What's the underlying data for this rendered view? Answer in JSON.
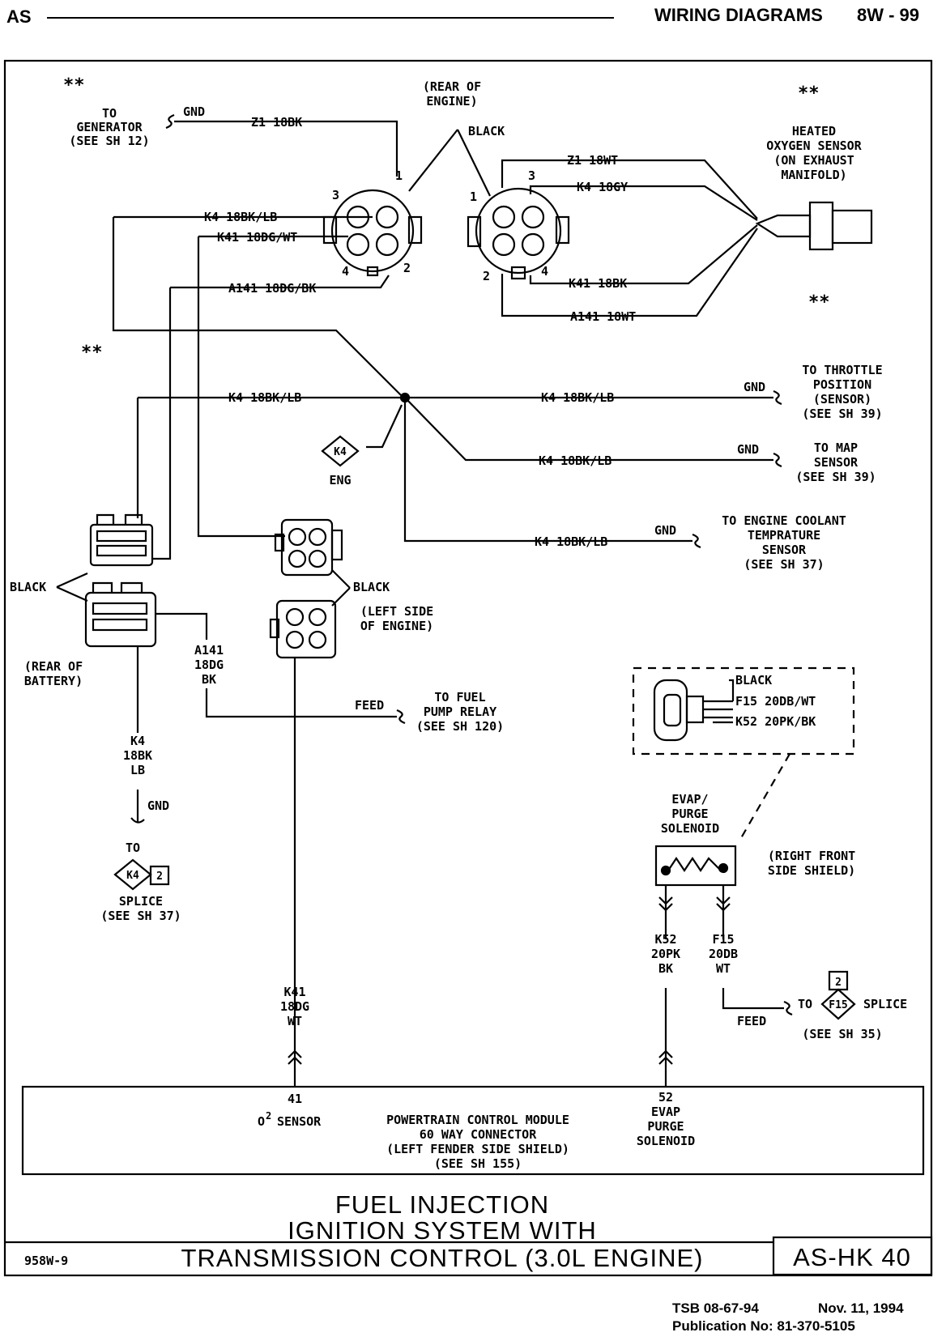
{
  "header": {
    "left": "AS",
    "section": "WIRING DIAGRAMS",
    "page": "8W - 99"
  },
  "marks": {
    "star": "**"
  },
  "generator": {
    "to": "TO",
    "name": "GENERATOR",
    "see": "(SEE SH 12)",
    "gnd": "GND",
    "wire": "Z1 18BK"
  },
  "connector_rear": {
    "note1": "(REAR OF",
    "note2": "ENGINE)",
    "color": "BLACK",
    "pins": [
      "1",
      "2",
      "3",
      "4"
    ],
    "wire_k4": "K4 18BK/LB",
    "wire_k41": "K41 18DG/WT",
    "wire_a141": "A141 18DG/BK"
  },
  "sensor_connector": {
    "pins": [
      "1",
      "2",
      "3",
      "4"
    ],
    "wire_z1": "Z1 18WT",
    "wire_k4": "K4 18GY",
    "wire_k41": "K41 18BK",
    "wire_a141": "A141 18WT"
  },
  "oxygen_sensor": {
    "l1": "HEATED",
    "l2": "OXYGEN SENSOR",
    "l3": "(ON EXHAUST",
    "l4": "MANIFOLD)"
  },
  "splice": {
    "label": "K4",
    "eng": "ENG",
    "wire_a": "K4 18BK/LB",
    "wire_b": "K4 18BK/LB",
    "wire_c": "K4 18BK/LB",
    "wire_d": "K4 18BK/LB"
  },
  "throttle": {
    "gnd": "GND",
    "l1": "TO THROTTLE",
    "l2": "POSITION",
    "l3": "(SENSOR)",
    "l4": "(SEE SH 39)"
  },
  "map": {
    "gnd": "GND",
    "l1": "TO MAP",
    "l2": "SENSOR",
    "l3": "(SEE SH 39)"
  },
  "coolant": {
    "gnd": "GND",
    "l1": "TO ENGINE COOLANT",
    "l2": "TEMPRATURE",
    "l3": "SENSOR",
    "l4": "(SEE SH 37)"
  },
  "battery_conn": {
    "color": "BLACK",
    "l1": "(REAR OF",
    "l2": "BATTERY)"
  },
  "left_conn": {
    "color": "BLACK",
    "l1": "(LEFT SIDE",
    "l2": "OF ENGINE)"
  },
  "a141": {
    "l1": "A141",
    "l2": "18DG",
    "l3": "BK"
  },
  "fuel_pump": {
    "feed": "FEED",
    "l1": "TO FUEL",
    "l2": "PUMP RELAY",
    "l3": "(SEE SH 120)"
  },
  "k4_down": {
    "l1": "K4",
    "l2": "18BK",
    "l3": "LB",
    "gnd": "GND",
    "to": "TO",
    "splice_id": "K4",
    "splice_num": "2",
    "splice": "SPLICE",
    "see": "(SEE SH 37)"
  },
  "k41_down": {
    "l1": "K41",
    "l2": "18DG",
    "l3": "WT"
  },
  "evap_conn": {
    "black": "BLACK",
    "f15": "F15 20DB/WT",
    "k52": "K52 20PK/BK"
  },
  "evap": {
    "l1": "EVAP/",
    "l2": "PURGE",
    "l3": "SOLENOID",
    "side1": "(RIGHT FRONT",
    "side2": "SIDE SHIELD)"
  },
  "k52": {
    "l1": "K52",
    "l2": "20PK",
    "l3": "BK"
  },
  "f15": {
    "l1": "F15",
    "l2": "20DB",
    "l3": "WT",
    "feed": "FEED",
    "to": "TO",
    "splice_id": "F15",
    "splice_num": "2",
    "splice": "SPLICE",
    "see": "(SEE SH 35)"
  },
  "pcm": {
    "pin41": "41",
    "pin41_name": "SENSOR",
    "pin41_prefix": "O",
    "title1": "POWERTRAIN CONTROL MODULE",
    "title2": "60 WAY CONNECTOR",
    "title3": "(LEFT FENDER SIDE SHIELD)",
    "title4": "(SEE SH 155)",
    "pin52": "52",
    "pin52_l1": "EVAP",
    "pin52_l2": "PURGE",
    "pin52_l3": "SOLENOID"
  },
  "title": {
    "line1": "FUEL INJECTION",
    "line2": "IGNITION SYSTEM WITH",
    "line3": "TRANSMISSION CONTROL (3.0L ENGINE)",
    "code": "AS-HK 40",
    "ref": "958W-9"
  },
  "footer": {
    "tsb": "TSB 08-67-94",
    "date": "Nov. 11, 1994",
    "pub": "Publication No: 81-370-5105"
  }
}
